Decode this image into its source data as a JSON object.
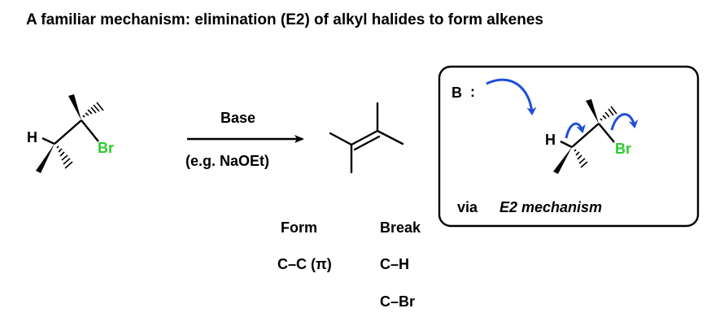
{
  "title": "A familiar mechanism: elimination (E2) of alkyl halides to form alkenes",
  "reactant": {
    "h_label": "H",
    "br_label": "Br"
  },
  "arrow": {
    "reagent_top": "Base",
    "reagent_bottom": "(e.g. NaOEt)"
  },
  "bonds": {
    "form_header": "Form",
    "break_header": "Break",
    "form_items": [
      "C–C (π)"
    ],
    "break_items": [
      "C–H",
      "C–Br"
    ]
  },
  "mechanism_box": {
    "base_label": "B",
    "lone_pair": ":",
    "h_label": "H",
    "br_label": "Br",
    "caption_via": "via",
    "caption_name": "E2 mechanism"
  },
  "colors": {
    "bromine": "#2ec92e",
    "curved_arrow": "#1f4fd6",
    "ink": "#000000"
  }
}
